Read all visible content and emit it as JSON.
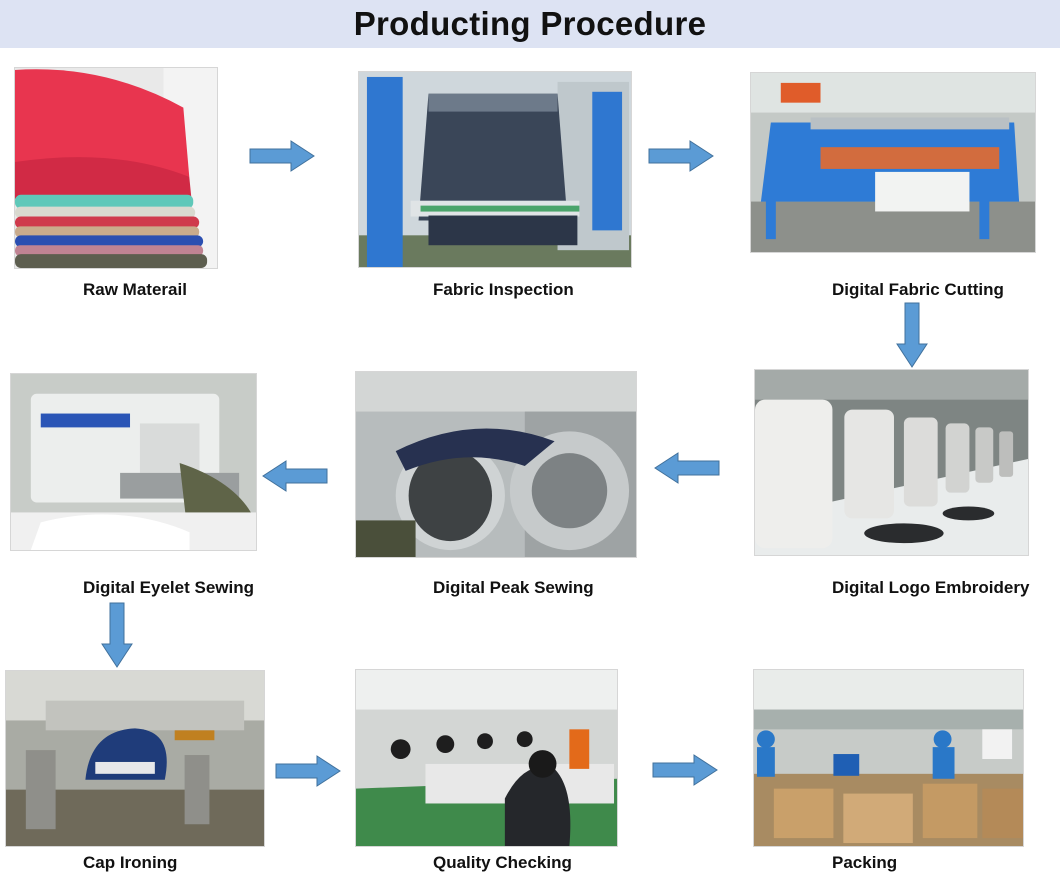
{
  "title": "Producting Procedure",
  "steps": [
    {
      "label": "Raw Materail"
    },
    {
      "label": "Fabric Inspection"
    },
    {
      "label": "Digital Fabric Cutting"
    },
    {
      "label": "Digital Logo Embroidery"
    },
    {
      "label": "Digital Peak Sewing"
    },
    {
      "label": "Digital Eyelet Sewing"
    },
    {
      "label": "Cap Ironing"
    },
    {
      "label": "Quality Checking"
    },
    {
      "label": "Packing"
    }
  ],
  "colors": {
    "header_bg": "#dde3f3",
    "arrow_fill": "#5b9bd5",
    "arrow_stroke": "#41719c"
  }
}
